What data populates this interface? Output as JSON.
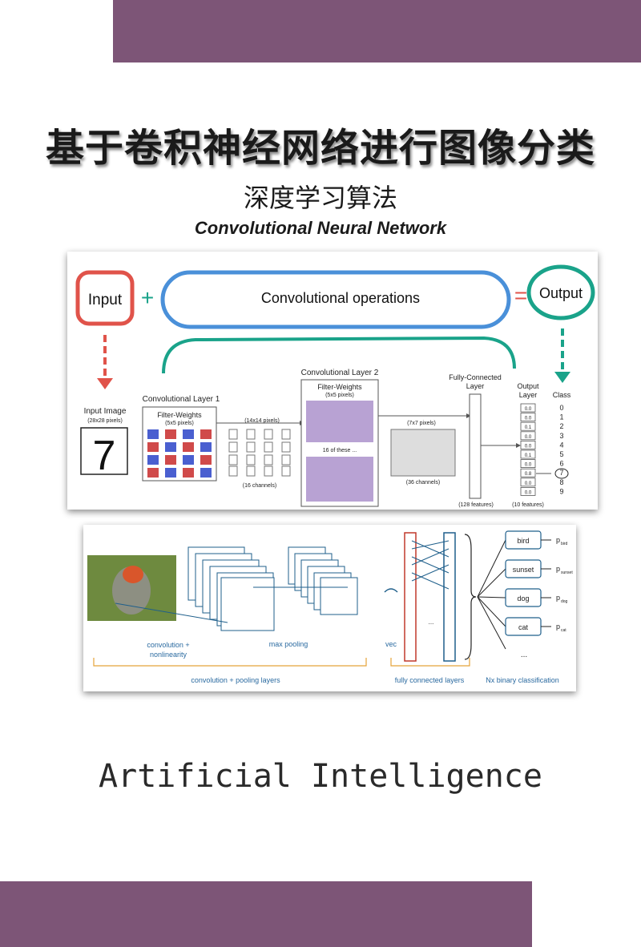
{
  "colors": {
    "band": "#7d5577",
    "input_red": "#e0534a",
    "conv_blue": "#4a90d9",
    "output_teal": "#1aa38a",
    "bracket_orange": "#e5a33a"
  },
  "title": "基于卷积神经网络进行图像分类",
  "subtitle_cn": "深度学习算法",
  "subtitle_en": "Convolutional Neural Network",
  "diagram1": {
    "input_label": "Input",
    "plus": "+",
    "conv_ops_label": "Convolutional operations",
    "equals": "=",
    "output_label": "Output",
    "input_image_title": "Input Image",
    "input_image_size": "(28x28 pixels)",
    "digit": "7",
    "conv1_title": "Convolutional Layer 1",
    "conv1_filter_title": "Filter-Weights",
    "conv1_filter_size": "(5x5 pixels)",
    "conv1_out_size": "(14x14 pixels)",
    "conv1_channels": "(16 channels)",
    "conv2_title": "Convolutional Layer 2",
    "conv2_filter_title": "Filter-Weights",
    "conv2_filter_size": "(5x5 pixels)",
    "conv2_note": "16 of these ...",
    "conv2_out_size": "(7x7 pixels)",
    "conv2_channels": "(36 channels)",
    "fc_title_1": "Fully-Connected",
    "fc_title_2": "Layer",
    "fc_features": "(128 features)",
    "out_title_1": "Output",
    "out_title_2": "Layer",
    "out_features": "(10 features)",
    "class_title": "Class",
    "classes": [
      "0",
      "1",
      "2",
      "3",
      "4",
      "5",
      "6",
      "7",
      "8",
      "9"
    ],
    "output_values": [
      "0.0",
      "0.0",
      "0.1",
      "0.0",
      "0.0",
      "0.1",
      "0.0",
      "0.8",
      "0.0",
      "0.0"
    ]
  },
  "diagram2": {
    "conv_label_1": "convolution +",
    "conv_label_2": "nonlinearity",
    "pool_label": "max pooling",
    "vec_label": "vec",
    "group_conv_pool": "convolution + pooling layers",
    "group_fc": "fully connected layers",
    "group_cls": "Nx binary classification",
    "classes": [
      "bird",
      "sunset",
      "dog",
      "cat"
    ],
    "probs": [
      "p",
      "p",
      "p",
      "p"
    ],
    "prob_subs": [
      "bird",
      "sunset",
      "dog",
      "cat"
    ],
    "ellipsis": "..."
  },
  "footer_title": "Artificial Intelligence"
}
